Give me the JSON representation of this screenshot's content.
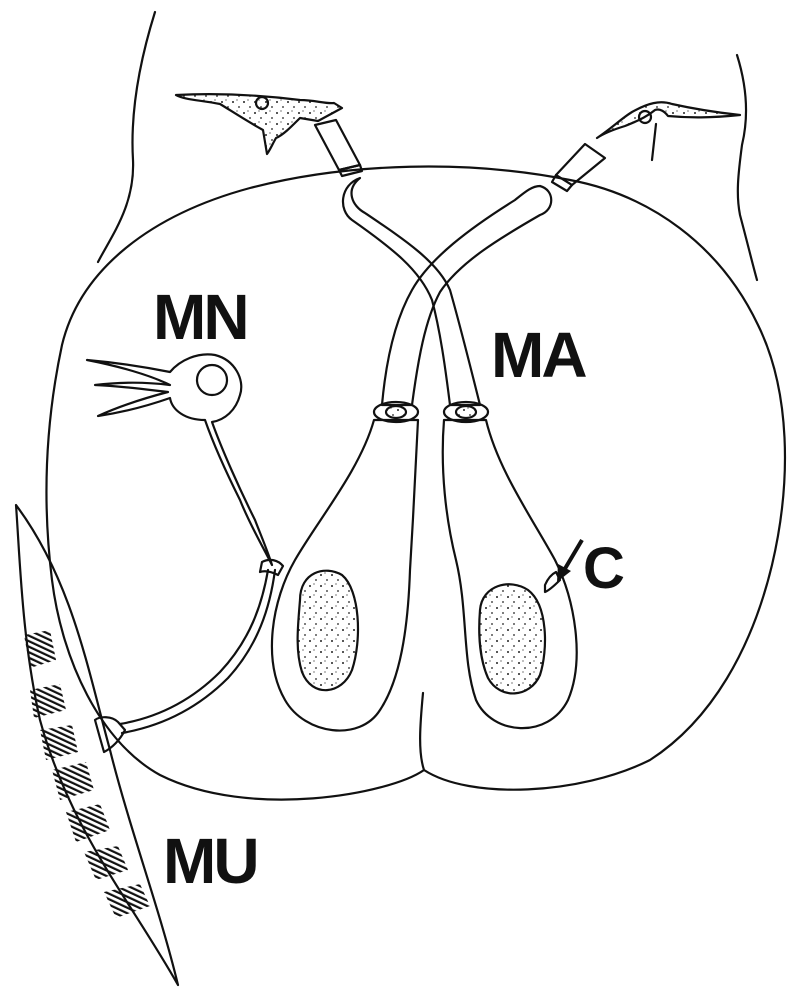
{
  "diagram": {
    "labels": {
      "mn": "MN",
      "ma": "MA",
      "c": "C",
      "mu": "MU"
    },
    "colors": {
      "ink": "#111111",
      "paper": "#ffffff",
      "stipple": "#222222"
    }
  }
}
